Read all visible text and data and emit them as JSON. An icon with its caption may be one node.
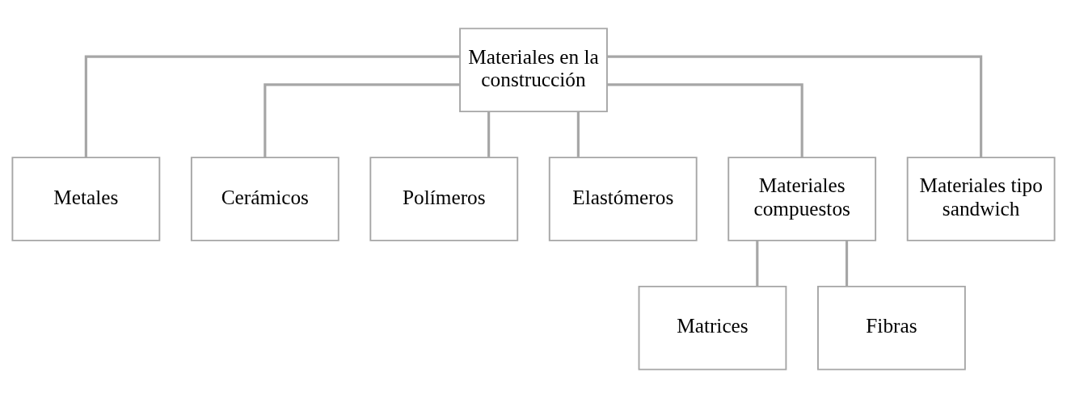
{
  "diagram": {
    "nodes": [
      {
        "text": [
          "Materiales en la construcción"
        ]
      },
      {
        "text": [
          "Metales"
        ]
      },
      {
        "text": [
          "Cerámicos"
        ]
      },
      {
        "text": [
          "Polímeros"
        ]
      },
      {
        "text": [
          "Elastómeros"
        ]
      },
      {
        "text": [
          "Materiales compuestos"
        ]
      },
      {
        "text": [
          "Materiales tipo sandwich"
        ]
      },
      {
        "text": [
          "Matrices"
        ]
      },
      {
        "text": [
          "Fibras"
        ]
      }
    ],
    "edges": [
      {
        "from": 0,
        "to": 1,
        "arrow": "none"
      },
      {
        "from": 0,
        "to": 2,
        "arrow": "none"
      },
      {
        "from": 0,
        "to": 3,
        "arrow": "none"
      },
      {
        "from": 0,
        "to": 4,
        "arrow": "none"
      },
      {
        "from": 0,
        "to": 5,
        "arrow": "none"
      },
      {
        "from": 0,
        "to": 6,
        "arrow": "none"
      },
      {
        "from": 5,
        "to": 7,
        "arrow": "none"
      },
      {
        "from": 5,
        "to": 8,
        "arrow": "none"
      }
    ]
  }
}
